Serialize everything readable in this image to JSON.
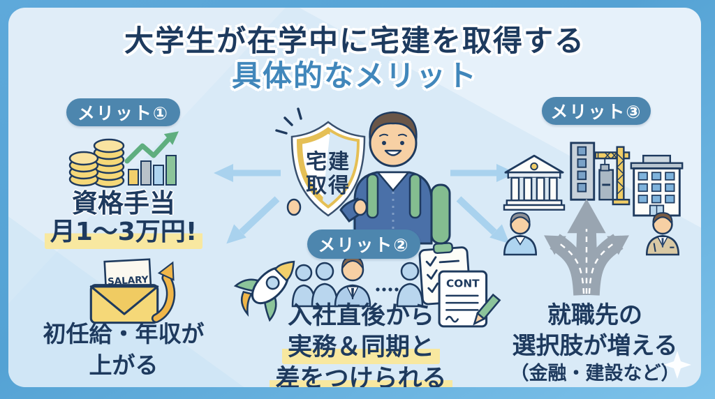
{
  "title": {
    "line1": "大学生が在学中に宅建を取得する",
    "line2": "具体的なメリット"
  },
  "shield": {
    "line1": "宅建",
    "line2": "取得"
  },
  "merit1": {
    "badge": "メリット①",
    "heading": "資格手当",
    "allowance": "月1〜3万円!",
    "envelope_label": "SALARY",
    "sub1": "初任給・年収が",
    "sub2": "上がる"
  },
  "merit2": {
    "badge": "メリット②",
    "line1": "入社直後から",
    "line2": "実務＆同期と",
    "line3": "差をつけられる",
    "contract_label": "CONT"
  },
  "merit3": {
    "badge": "メリット③",
    "line1": "就職先の",
    "line2": "選択肢が増える",
    "line3": "（金融・建設など）"
  },
  "icons": {
    "merit1": [
      "coin-stacks-icon",
      "growth-chart-icon",
      "salary-envelope-icon",
      "rise-arrow-icon"
    ],
    "center": [
      "takken-shield-icon",
      "student-icon",
      "sparkle-emphasis-icon"
    ],
    "merit2": [
      "rocket-icon",
      "colleagues-icon",
      "checklist-icon",
      "contract-icon"
    ],
    "merit3": [
      "bank-icon",
      "construction-crane-icon",
      "office-building-icon",
      "branching-roads-icon",
      "casual-person-icon",
      "business-person-icon"
    ],
    "decor": [
      "sparkle-icon"
    ]
  },
  "colors": {
    "navy": "#1e3a5e",
    "title_blue": "#4187bb",
    "badge_blue": "#4d86ae",
    "arrow_blue": "#a9d2ee",
    "highlight_yellow": "#f8e8a0",
    "gold": "#f2cf6b",
    "green": "#8cc49a",
    "road_gray": "#99a5b1",
    "panel_bg": "#d9eaf7",
    "frame_blue": "#5aa7d8"
  }
}
